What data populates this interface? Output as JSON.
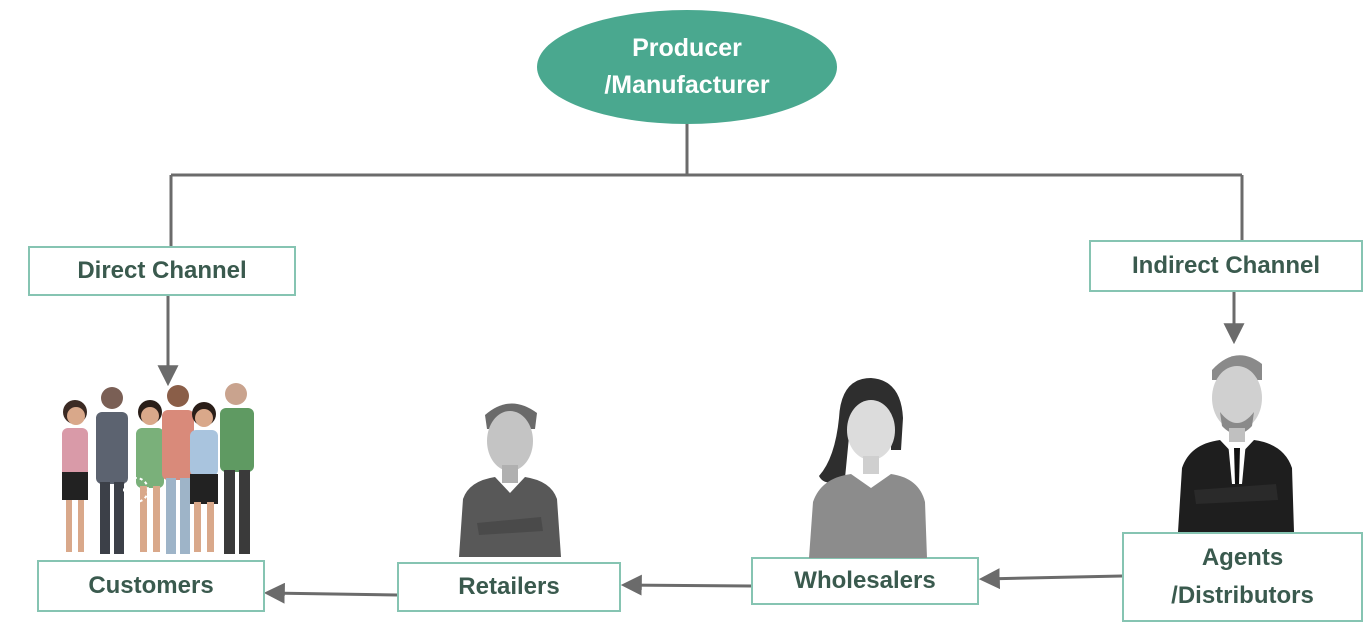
{
  "nodes": {
    "producer": {
      "line1": "Producer",
      "line2": "/Manufacturer"
    },
    "direct_channel": "Direct Channel",
    "indirect_channel": "Indirect Channel",
    "customers": "Customers",
    "retailers": "Retailers",
    "wholesalers": "Wholesalers",
    "agents": {
      "line1": "Agents",
      "line2": "/Distributors"
    }
  },
  "colors": {
    "oval_fill": "#4aa88f",
    "box_border": "#86c4b2",
    "box_text": "#3a5a4e",
    "connector": "#6b6b6b"
  }
}
